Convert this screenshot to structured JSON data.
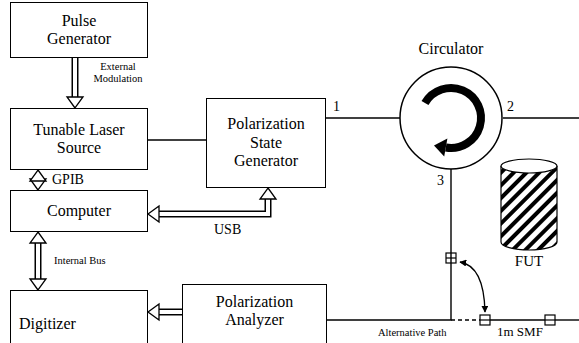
{
  "diagram": {
    "nodes": [
      {
        "text": [
          "Pulse Generator"
        ]
      },
      {
        "text": [
          "Tunable Laser Source"
        ]
      },
      {
        "text": [
          "Polarization State Generator"
        ]
      },
      {
        "text": [
          "Circulator"
        ]
      },
      {
        "text": [
          "Computer"
        ]
      },
      {
        "text": [
          "Digitizer"
        ]
      },
      {
        "text": [
          "Polarization Analyzer"
        ]
      },
      {
        "text": [
          "FUT"
        ]
      }
    ],
    "edges": [
      {
        "from": 0,
        "to": 1,
        "arrow": "to",
        "label": "External Modulation"
      },
      {
        "from": 1,
        "to": 2,
        "arrow": "none"
      },
      {
        "from": 1,
        "to": 4,
        "arrow": "both",
        "label": "GPIB"
      },
      {
        "from": 4,
        "to": 2,
        "arrow": "both",
        "label": "USB"
      },
      {
        "from": 4,
        "to": 5,
        "arrow": "both",
        "label": "Internal Bus"
      },
      {
        "from": 6,
        "to": 5,
        "arrow": "to"
      },
      {
        "from": 2,
        "to": 3,
        "arrow": "none"
      },
      {
        "from": 3,
        "to": 6,
        "arrow": "none"
      }
    ],
    "labels": [
      "1",
      "2",
      "3",
      "Alternative Path",
      "1m SMF"
    ]
  }
}
